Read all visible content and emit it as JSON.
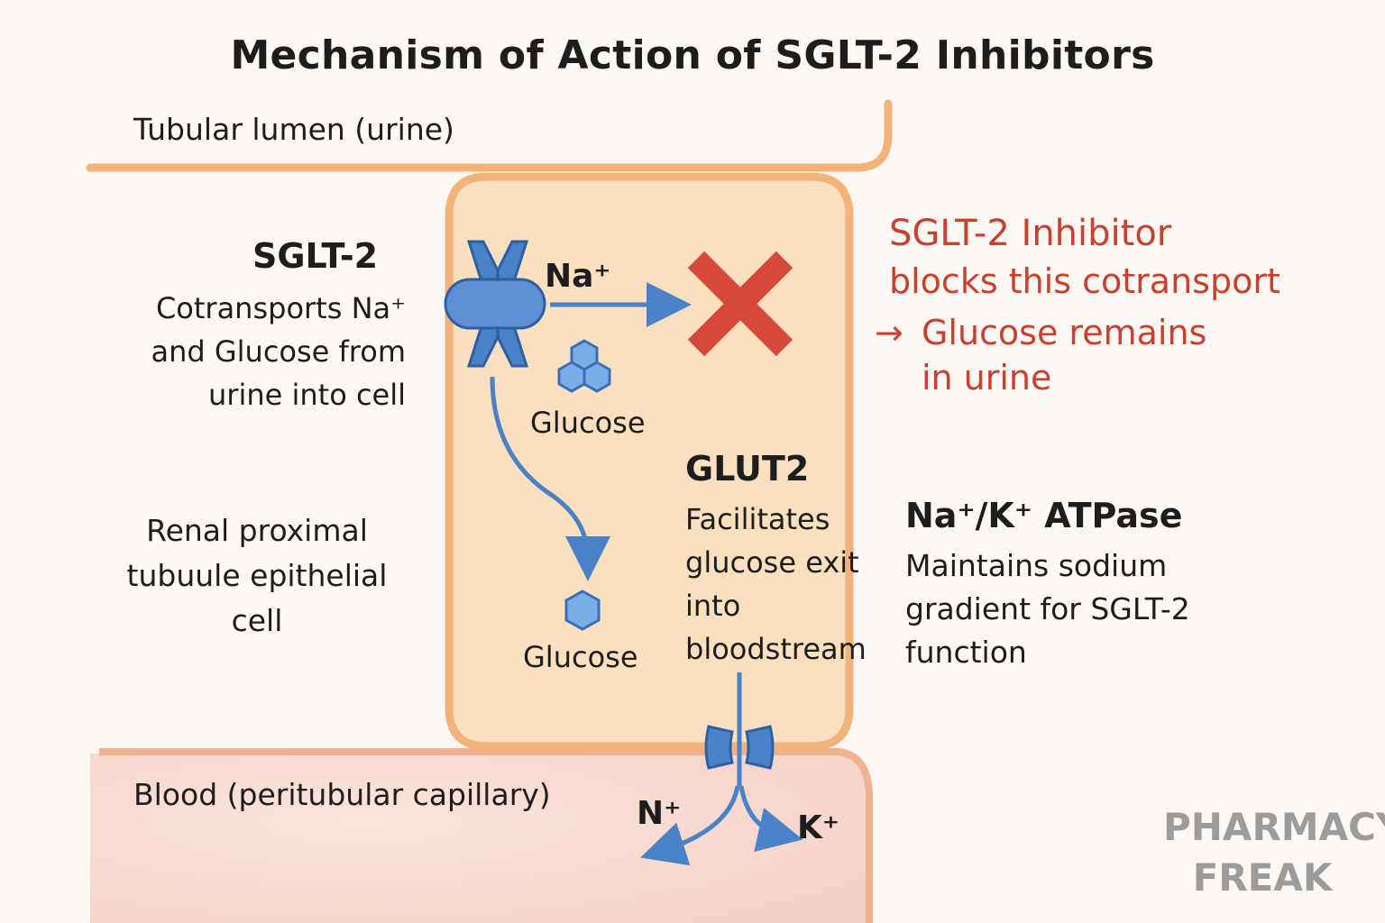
{
  "title": "Mechanism of Action of SGLT-2 Inhibitors",
  "regions": {
    "lumen": "Tubular lumen (urine)",
    "blood": "Blood (peritubular capillary)",
    "cell": "Renal proximal tubuule epithelial cell"
  },
  "sglt2": {
    "name": "SGLT-2",
    "description": "Cotransports Na⁺ and Glucose from urine into cell"
  },
  "ions": {
    "sodium_in": "Na⁺",
    "sodium_out": "N⁺",
    "potassium_out": "K⁺"
  },
  "glucose": {
    "label_top": "Glucose",
    "label_bottom": "Glucose"
  },
  "glut2": {
    "name": "GLUT2",
    "description": "Facilitates glucose exit into bloodstream"
  },
  "inhibitor": {
    "name": "SGLT-2 Inhibitor",
    "effect": "blocks this cotransport",
    "result_arrow": "→",
    "result": "Glucose remains in urine"
  },
  "na_k_atpase": {
    "name": "Na⁺/K⁺ ATPase",
    "description": "Maintains sodium gradient for SGLT-2 function"
  },
  "brand": "PHARMACY FREAK",
  "colors": {
    "inhibitor_red": "#c9402f",
    "transporter_blue": "#4a82c8",
    "cell_fill": "#fbe0bf",
    "membrane": "#f2b27a",
    "blood_fill": "#f7d9cf"
  }
}
